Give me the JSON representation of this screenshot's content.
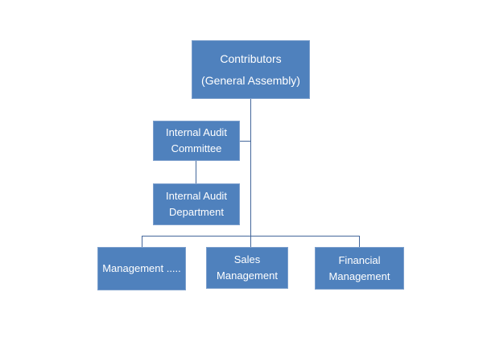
{
  "diagram": {
    "type": "org-chart",
    "style": {
      "box_fill": "#4f81bd",
      "box_border": "#7da0cd",
      "text_color": "#ffffff",
      "connector_color": "#44679b",
      "background": "#ffffff"
    },
    "nodes": {
      "contributors": {
        "line1": "Contributors",
        "line2": "(General Assembly)"
      },
      "internal_audit_committee": {
        "line1": "Internal Audit",
        "line2": "Committee"
      },
      "internal_audit_department": {
        "line1": "Internal Audit",
        "line2": "Department"
      },
      "management": {
        "line1": "Management ....."
      },
      "sales_management": {
        "line1": "Sales",
        "line2": "Management"
      },
      "financial_management": {
        "line1": "Financial",
        "line2": "Management"
      }
    },
    "edges": [
      {
        "from": "contributors",
        "to": "internal_audit_committee",
        "type": "side-elbow"
      },
      {
        "from": "internal_audit_committee",
        "to": "internal_audit_department",
        "type": "vertical"
      },
      {
        "from": "contributors",
        "to": "management",
        "type": "branch"
      },
      {
        "from": "contributors",
        "to": "sales_management",
        "type": "branch"
      },
      {
        "from": "contributors",
        "to": "financial_management",
        "type": "branch"
      }
    ]
  }
}
